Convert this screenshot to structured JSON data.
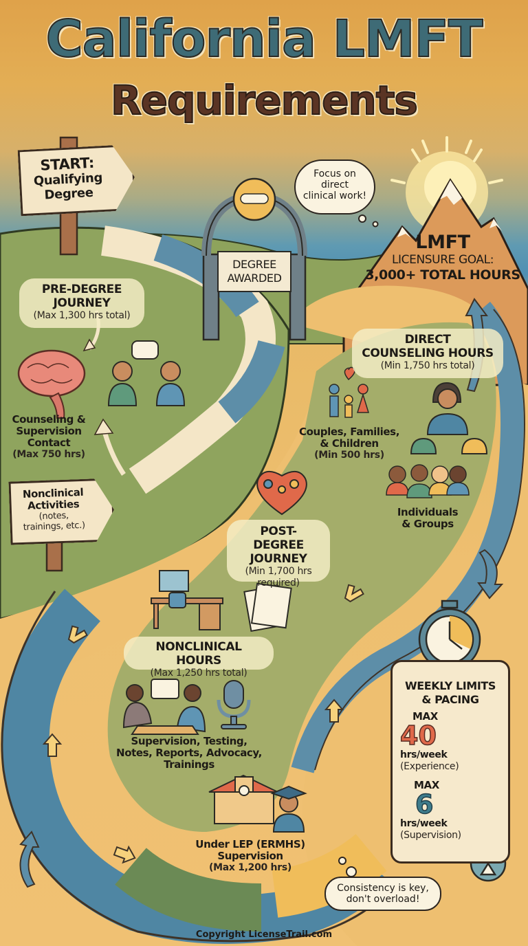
{
  "header": {
    "title_line1": "California LMFT",
    "title_line2": "Requirements"
  },
  "start_sign": {
    "line1": "START:",
    "line2": "Qualifying",
    "line3": "Degree"
  },
  "degree_arch": {
    "line1": "DEGREE",
    "line2": "AWARDED",
    "icon": "diploma-icon"
  },
  "thought_focus": {
    "line1": "Focus on",
    "line2": "direct",
    "line3": "clinical work!"
  },
  "goal": {
    "line1": "LMFT",
    "line2": "LICENSURE GOAL:",
    "line3": "3,000+ TOTAL HOURS"
  },
  "pre_degree": {
    "title_line1": "PRE-DEGREE",
    "title_line2": "JOURNEY",
    "sub": "(Max 1,300 hrs total)",
    "counseling": {
      "line1": "Counseling &",
      "line2": "Supervision",
      "line3": "Contact",
      "sub": "(Max 750 hrs)"
    },
    "nonclinical_sign": {
      "line1": "Nonclinical",
      "line2": "Activities",
      "line3": "(notes,",
      "line4": "trainings, etc.)"
    }
  },
  "direct_counseling": {
    "title_line1": "DIRECT",
    "title_line2": "COUNSELING HOURS",
    "sub": "(Min 1,750 hrs total)",
    "couples": {
      "line1": "Couples, Families,",
      "line2": "& Children",
      "sub": "(Min 500 hrs)"
    },
    "individuals": {
      "line1": "Individuals",
      "line2": "& Groups"
    }
  },
  "post_degree": {
    "title_line1": "POST-DEGREE",
    "title_line2": "JOURNEY",
    "sub_line1": "(Min 1,700 hrs",
    "sub_line2": "required)"
  },
  "nonclinical_hours": {
    "title": "NONCLINICAL HOURS",
    "sub": "(Max 1,250 hrs total)",
    "list_line1": "Supervision, Testing,",
    "list_line2": "Notes, Reports, Advocacy,",
    "list_line3": "Trainings"
  },
  "lep": {
    "line1": "Under LEP (ERMHS)",
    "line2": "Supervision",
    "sub": "(Max 1,200 hrs)"
  },
  "weekly": {
    "title_line1": "WEEKLY LIMITS",
    "title_line2": "& PACING",
    "exp": {
      "max": "MAX",
      "value": "40",
      "unit": "hrs/week",
      "label": "(Experience)"
    },
    "sup": {
      "max": "MAX",
      "value": "6",
      "unit": "hrs/week",
      "label": "(Supervision)"
    }
  },
  "thought_consistency": {
    "line1": "Consistency is key,",
    "line2": "don't overload!"
  },
  "footer": {
    "copyright": "Copyright LicenseTrail.com"
  },
  "colors": {
    "title_teal": "#3e6b76",
    "title_brown": "#5a3424",
    "sky_blue": "#4f8fb3",
    "grass": "#8fa45e",
    "path_sand": "#eebf70",
    "puzzle_blue": "#4f86a3",
    "puzzle_green": "#6b8a55",
    "puzzle_yellow": "#f0bd5a",
    "accent_orange": "#e0694a"
  }
}
